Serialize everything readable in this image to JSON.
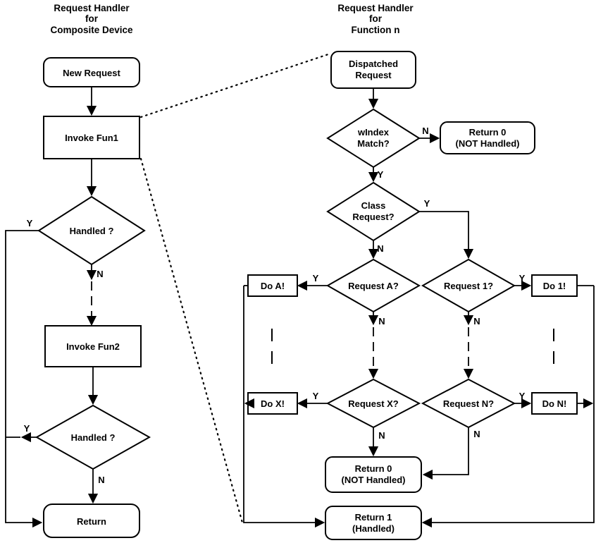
{
  "left": {
    "title": [
      "Request Handler",
      "for",
      "Composite Device"
    ],
    "nodes": {
      "new_request": "New Request",
      "invoke_fun1": "Invoke Fun1",
      "handled_1": "Handled ?",
      "invoke_fun2": "Invoke Fun2",
      "handled_2": "Handled ?",
      "return": "Return"
    }
  },
  "right": {
    "title": [
      "Request Handler",
      "for",
      "Function n"
    ],
    "nodes": {
      "dispatched": [
        "Dispatched",
        "Request"
      ],
      "windex_match": [
        "wIndex",
        "Match?"
      ],
      "return0_top": [
        "Return 0",
        "(NOT Handled)"
      ],
      "class_request": [
        "Class",
        "Request?"
      ],
      "request_a": "Request A?",
      "request_1": "Request 1?",
      "do_a": "Do A!",
      "do_1": "Do 1!",
      "request_x": "Request X?",
      "request_n": "Request N?",
      "do_x": "Do X!",
      "do_n": "Do N!",
      "return0_bottom": [
        "Return 0",
        "(NOT Handled)"
      ],
      "return1": [
        "Return 1",
        "(Handled)"
      ]
    }
  },
  "labels": {
    "yes": "Y",
    "no": "N"
  },
  "colors": {
    "stroke": "#000000",
    "background": "#ffffff"
  }
}
